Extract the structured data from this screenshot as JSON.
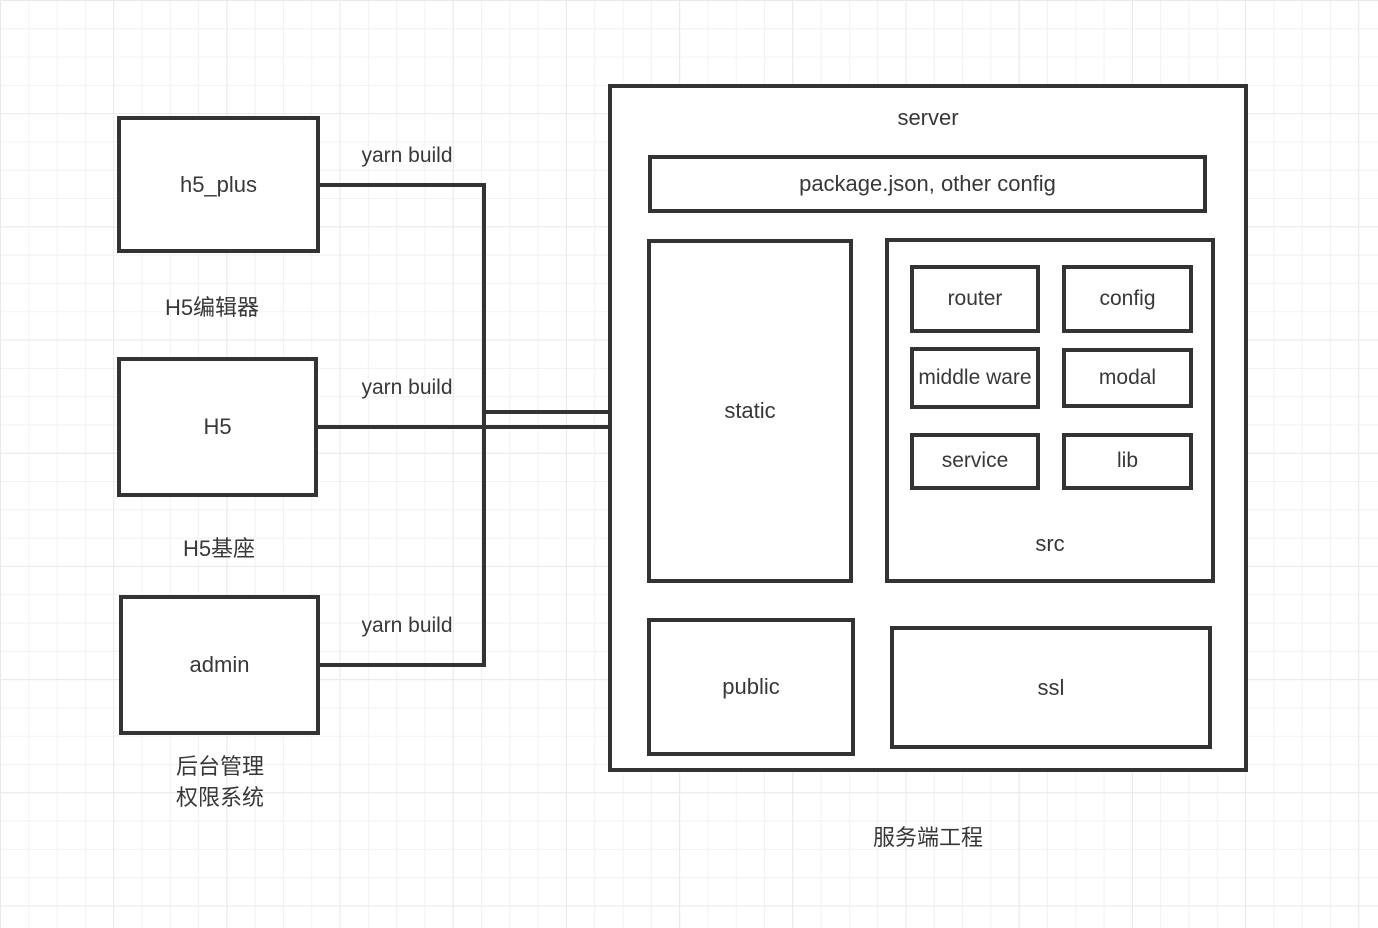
{
  "colors": {
    "line": "#333333",
    "text": "#383838",
    "background": "#ffffff",
    "grid_minor": "#f2f2f2",
    "grid_major": "#e9e9e9"
  },
  "clients": [
    {
      "box_label": "h5_plus",
      "caption": "H5编辑器",
      "edge_label": "yarn build"
    },
    {
      "box_label": "H5",
      "caption": "H5基座",
      "edge_label": "yarn build"
    },
    {
      "box_label": "admin",
      "caption": "后台管理\n权限系统",
      "edge_label": "yarn build"
    }
  ],
  "server": {
    "title": "server",
    "config_box_label": "package.json, other config",
    "static_label": "static",
    "src_label": "src",
    "modules": [
      "router",
      "config",
      "middle ware",
      "modal",
      "service",
      "lib"
    ],
    "public_label": "public",
    "ssl_label": "ssl",
    "caption": "服务端工程"
  }
}
